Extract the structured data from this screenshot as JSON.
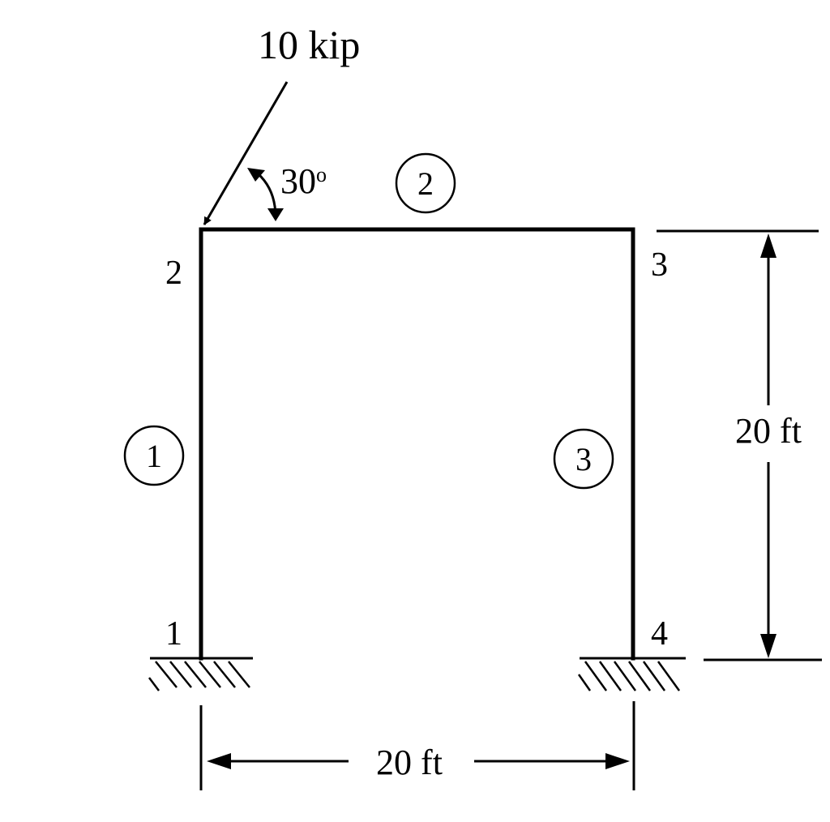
{
  "load": {
    "label": "10 kip",
    "angle_value": "30",
    "angle_unit": "o"
  },
  "nodes": [
    "1",
    "2",
    "3",
    "4"
  ],
  "members": [
    "1",
    "2",
    "3"
  ],
  "dimensions": {
    "height": "20 ft",
    "width": "20 ft"
  }
}
